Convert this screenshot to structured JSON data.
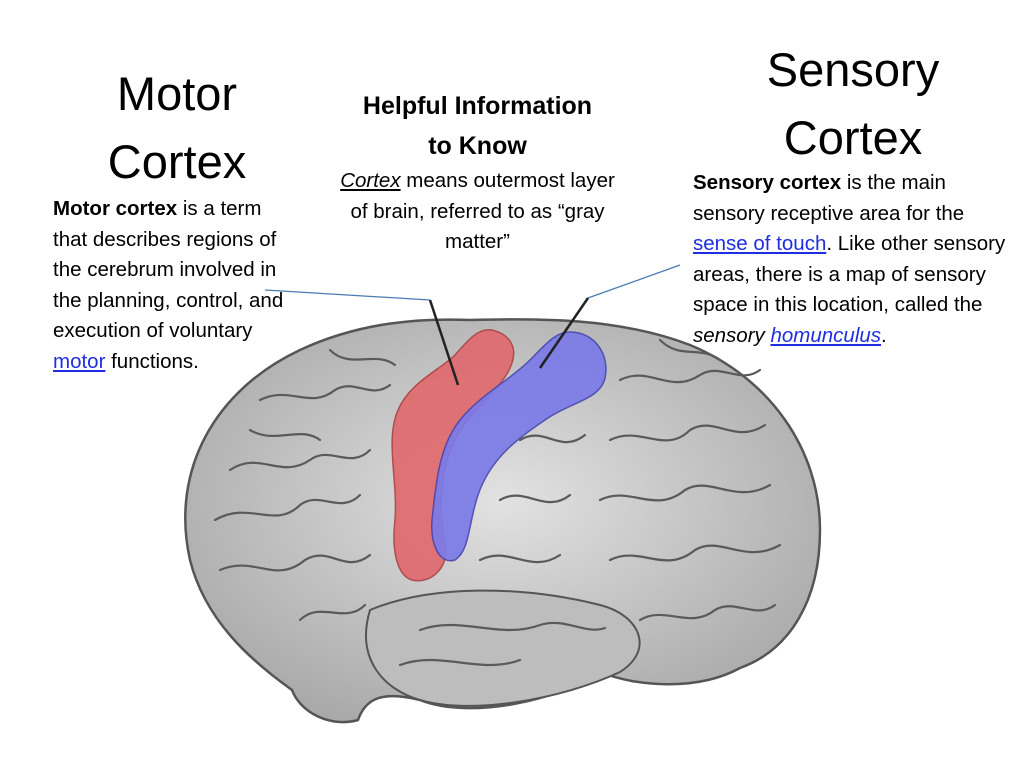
{
  "motor": {
    "title_line1": "Motor",
    "title_line2": "Cortex",
    "term": "Motor cortex",
    "desc_text": " is a term that describes regions of the cerebrum involved in the planning, control, and execution of voluntary ",
    "link_text": "motor",
    "desc_end": " functions."
  },
  "sensory": {
    "title_line1": "Sensory",
    "title_line2": "Cortex",
    "term": "Sensory cortex",
    "desc_text": " is the main sensory receptive area for the ",
    "link_text": "sense of touch",
    "desc_mid": ". Like other sensory areas, there is a map of sensory space in this location, called the ",
    "italic_word": "sensory",
    "link2_text": "homunculus",
    "desc_end": "."
  },
  "helpful": {
    "title_line1": "Helpful Information",
    "title_line2": "to Know",
    "term": "Cortex",
    "desc_text": " means outermost layer of brain, referred to as “gray matter”"
  },
  "colors": {
    "motor_region": "#e06a6e",
    "sensory_region": "#7b7be8",
    "link": "#1f2ee0",
    "brain": "#cfcfcf"
  }
}
